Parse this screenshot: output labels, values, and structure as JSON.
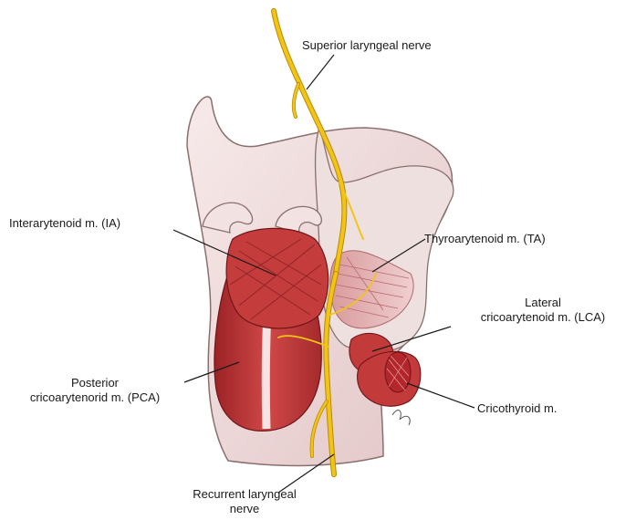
{
  "labels": {
    "superior_laryngeal_nerve": "Superior laryngeal nerve",
    "interarytenoid": "Interarytenoid m. (IA)",
    "thyroarytenoid": "Thyroarytenoid m. (TA)",
    "lateral_cricoarytenoid_line1": "Lateral",
    "lateral_cricoarytenoid_line2": "cricoarytenoid m. (LCA)",
    "posterior_cricoarytenoid_line1": "Posterior",
    "posterior_cricoarytenoid_line2": "cricoarytenorid m. (PCA)",
    "cricothyroid": "Cricothyroid m.",
    "recurrent_laryngeal_nerve_line1": "Recurrent laryngeal",
    "recurrent_laryngeal_nerve_line2": "nerve"
  },
  "colors": {
    "cartilage": "#f1dede",
    "cartilage_edge": "#8a6f6f",
    "muscle": "#c23a3a",
    "muscle_dark": "#8f1f22",
    "nerve": "#f2c418",
    "nerve_edge": "#b88a00",
    "leader_line": "#1a1a1a"
  }
}
